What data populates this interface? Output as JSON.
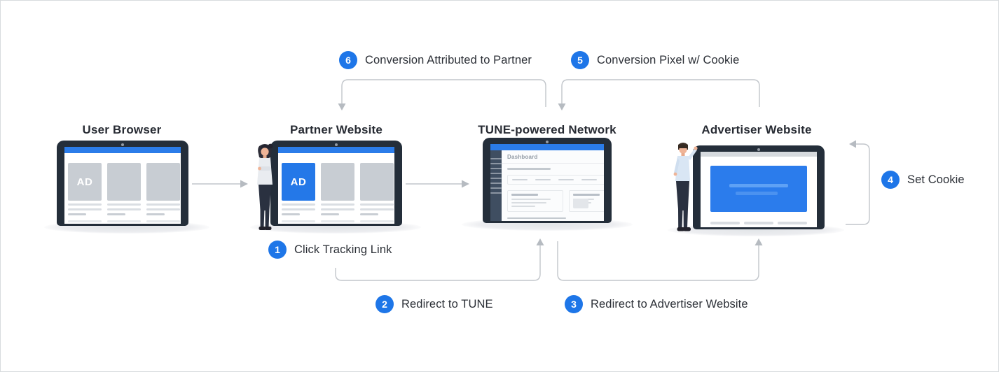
{
  "diagram": {
    "nodes": {
      "user_browser": {
        "title": "User Browser",
        "ad_label": "AD"
      },
      "partner_website": {
        "title": "Partner Website",
        "ad_label": "AD"
      },
      "tune_network": {
        "title": "TUNE-powered Network",
        "screen_title": "Dashboard"
      },
      "advertiser_website": {
        "title": "Advertiser Website"
      }
    },
    "steps": [
      {
        "num": "1",
        "label": "Click Tracking Link"
      },
      {
        "num": "2",
        "label": "Redirect to TUNE"
      },
      {
        "num": "3",
        "label": "Redirect to Advertiser Website"
      },
      {
        "num": "4",
        "label": "Set Cookie"
      },
      {
        "num": "5",
        "label": "Conversion Pixel w/ Cookie"
      },
      {
        "num": "6",
        "label": "Conversion Attributed to Partner"
      }
    ],
    "colors": {
      "accent_blue": "#2478e8",
      "badge_blue": "#1e76e8",
      "laptop_frame": "#242e3a",
      "connector_gray": "#c2c6cb"
    }
  }
}
